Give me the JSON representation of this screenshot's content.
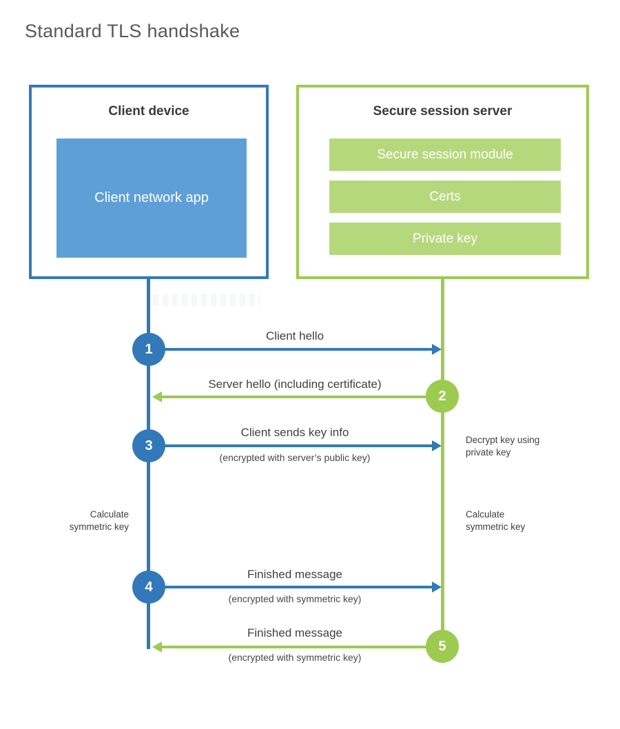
{
  "title": "Standard TLS handshake",
  "colors": {
    "blue": "#3379b9",
    "blue_fill": "#5f9fd8",
    "green": "#9dca51",
    "green_fill": "#b6d87d"
  },
  "client_box": {
    "title": "Client device",
    "app_label": "Client network app"
  },
  "server_box": {
    "title": "Secure session server",
    "modules": [
      "Secure session module",
      "Certs",
      "Private key"
    ]
  },
  "steps": [
    {
      "number": "1",
      "direction": "right",
      "color": "blue",
      "label": "Client hello",
      "sublabel": ""
    },
    {
      "number": "2",
      "direction": "left",
      "color": "green",
      "label": "Server hello (including certificate)",
      "sublabel": ""
    },
    {
      "number": "3",
      "direction": "right",
      "color": "blue",
      "label": "Client sends key info",
      "sublabel": "(encrypted with server’s public key)"
    },
    {
      "number": "4",
      "direction": "right",
      "color": "blue",
      "label": "Finished message",
      "sublabel": "(encrypted with symmetric key)"
    },
    {
      "number": "5",
      "direction": "left",
      "color": "green",
      "label": "Finished message",
      "sublabel": "(encrypted with symmetric key)"
    }
  ],
  "annotations": {
    "decrypt": "Decrypt key using private key",
    "calculate_left": "Calculate symmetric key",
    "calculate_right": "Calculate symmetric key"
  }
}
